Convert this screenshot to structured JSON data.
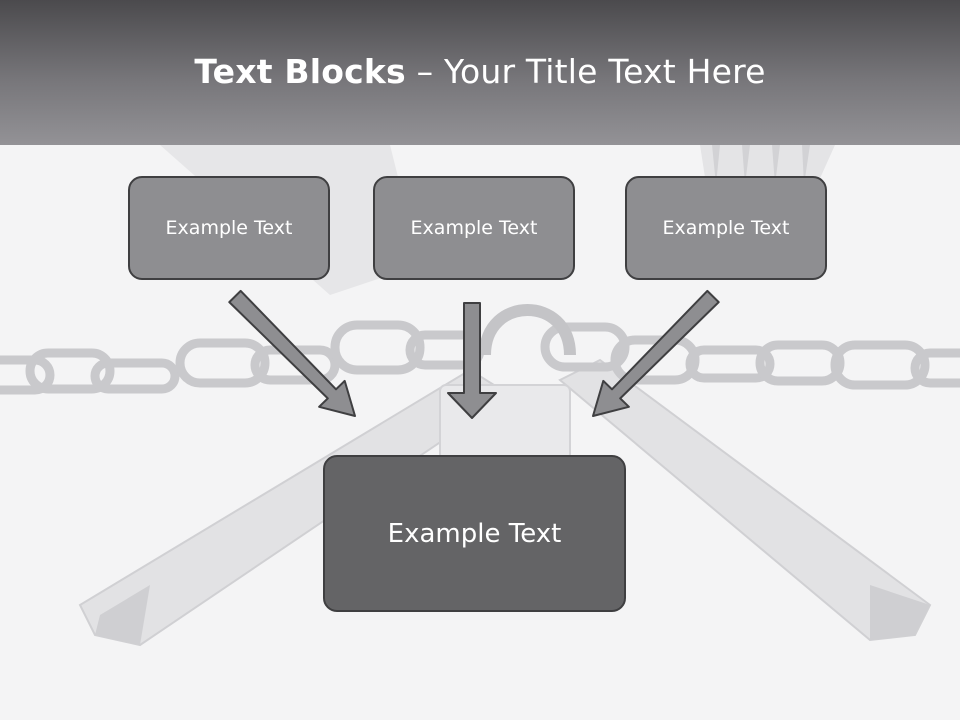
{
  "slide": {
    "title_bold": "Text Blocks",
    "title_rest": "– Your Title Text Here",
    "boxes": {
      "left": "Example Text",
      "center": "Example Text",
      "right": "Example Text",
      "main": "Example Text"
    }
  },
  "colors": {
    "header_dark": "#4b4a4d",
    "small_box_fill": "#8e8e91",
    "main_box_fill": "#646466",
    "arrow_fill": "#8e8e91",
    "border": "#3f3f41"
  }
}
